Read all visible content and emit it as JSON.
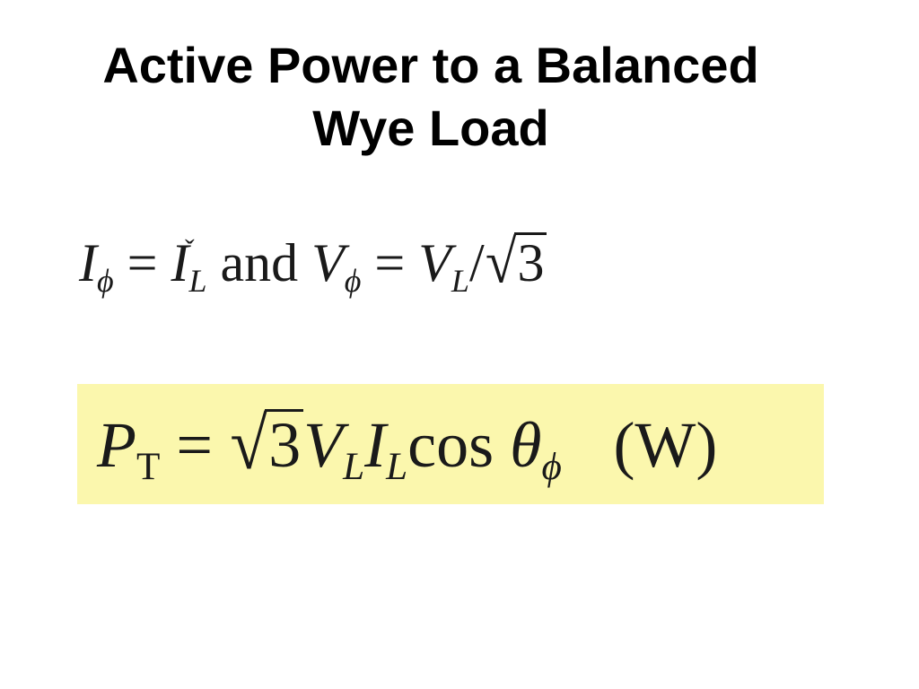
{
  "slide": {
    "title_line1": "Active Power to a Balanced",
    "title_line2": "Wye Load"
  },
  "equation1": {
    "lhs_symbol": "I",
    "lhs_subscript": "ϕ",
    "equals": "=",
    "rhs_symbol": "I",
    "rhs_subscript": "L",
    "conjunction": "and",
    "v_symbol": "V",
    "v_subscript": "ϕ",
    "v_rhs_symbol": "V",
    "v_rhs_subscript": "L",
    "slash": "/",
    "radical": "√",
    "radicand": "3",
    "accent_mark": "ˇ"
  },
  "equation2": {
    "p_symbol": "P",
    "p_subscript": "T",
    "equals": "=",
    "radical": "√",
    "radicand": "3",
    "v_symbol": "V",
    "v_subscript": "L",
    "i_symbol": "I",
    "i_subscript": "L",
    "cos_label": "cos",
    "theta_symbol": "θ",
    "theta_subscript": "ϕ",
    "unit": "(W)",
    "highlight_color": "#fbf7ad"
  }
}
